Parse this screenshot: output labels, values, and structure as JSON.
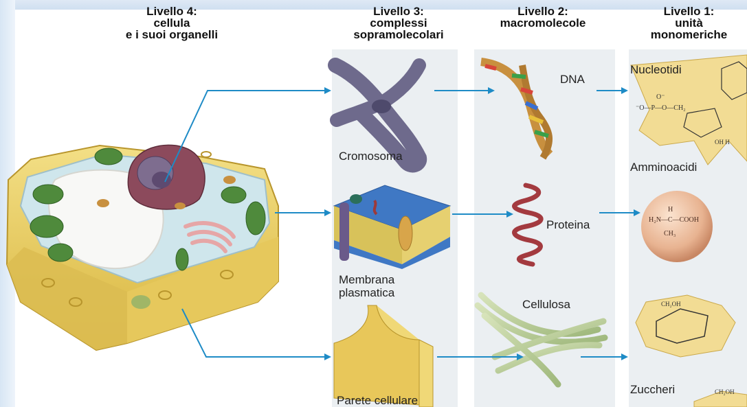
{
  "headers": {
    "level4": [
      "Livello 4:",
      "cellula",
      "e i suoi organelli"
    ],
    "level3": [
      "Livello 3:",
      "complessi",
      "sopramolecolari"
    ],
    "level2": [
      "Livello 2:",
      "macromolecole"
    ],
    "level1": [
      "Livello 1:",
      "unità",
      "monomeriche"
    ]
  },
  "labels": {
    "cromosoma": "Cromosoma",
    "membrana": [
      "Membrana",
      "plasmatica"
    ],
    "parete": "Parete cellulare",
    "dna": "DNA",
    "proteina": "Proteina",
    "cellulosa": "Cellulosa",
    "nucleotidi": "Nucleotidi",
    "amminoacidi": "Amminoacidi",
    "zuccheri": "Zuccheri"
  },
  "formulas": {
    "amino_h": "H",
    "amino_main": "H₂N—C—COOH",
    "amino_ch3": "CH₃",
    "ch2oh": "CH₂OH"
  },
  "colors": {
    "arrow": "#1e8bc6",
    "column_bg": "#ebeff2",
    "cell_wall": "#e8c95a",
    "chloroplast": "#4f8a3c",
    "nucleus": "#8c4a5c"
  }
}
